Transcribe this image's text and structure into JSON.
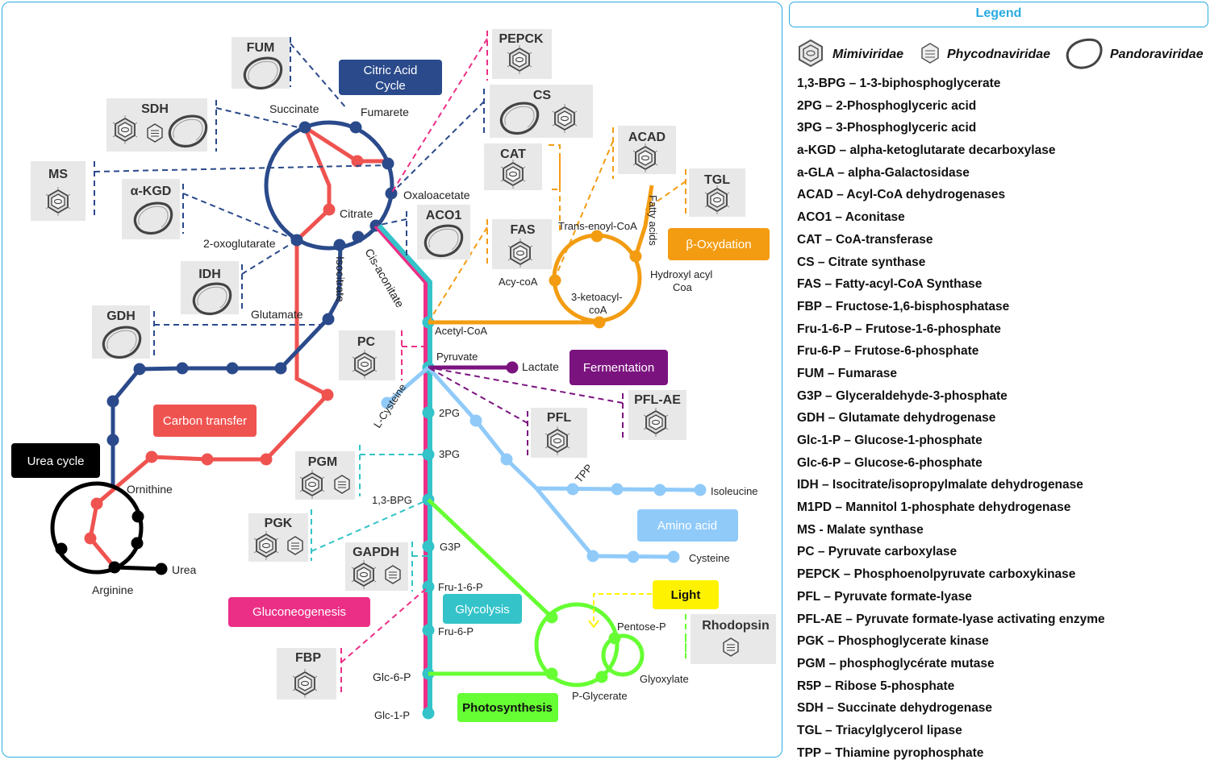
{
  "legend": {
    "title": "Legend",
    "virus_families": [
      "Mimiviridae",
      "Phycodnaviridae",
      "Pandoraviridae"
    ],
    "abbreviations": [
      "1,3-BPG – 1-3-biphosphoglycerate",
      "2PG – 2-Phosphoglyceric acid",
      "3PG – 3-Phosphoglyceric acid",
      "a-KGD – alpha-ketoglutarate decarboxylase",
      "a-GLA – alpha-Galactosidase",
      "ACAD – Acyl-CoA dehydrogenases",
      "ACO1 – Aconitase",
      "CAT – CoA-transferase",
      "CS – Citrate synthase",
      "FAS – Fatty-acyl-CoA Synthase",
      "FBP –  Fructose-1,6-bisphosphatase",
      "Fru-1-6-P – Frutose-1-6-phosphate",
      "Fru-6-P – Frutose-6-phosphate",
      "FUM – Fumarase",
      "G3P – Glyceraldehyde-3-phosphate",
      "GDH – Glutamate dehydrogenase",
      "Glc-1-P – Glucose-1-phosphate",
      "Glc-6-P – Glucose-6-phosphate",
      "IDH – Isocitrate/isopropylmalate dehydrogenase",
      "M1PD – Mannitol 1-phosphate dehydrogenase",
      "MS - Malate synthase",
      "PC – Pyruvate carboxylase",
      "PEPCK – Phosphoenolpyruvate carboxykinase",
      "PFL – Pyruvate formate-lyase",
      "PFL-AE – Pyruvate formate-lyase activating enzyme",
      "PGK – Phosphoglycerate kinase",
      "PGM – phosphoglycérate mutase",
      "R5P – Ribose 5-phosphate",
      "SDH – Succinate dehydrogenase",
      "TGL – Triacylglycerol lipase",
      "TPP – Thiamine pyrophosphate"
    ]
  },
  "pathways": [
    {
      "label": "Citric Acid",
      "label2": "Cycle",
      "color": "#2a4a8b"
    },
    {
      "label": "β-Oxydation",
      "color": "#f39c12"
    },
    {
      "label": "Fermentation",
      "color": "#7b137f"
    },
    {
      "label": "Carbon transfer",
      "color": "#ef5350"
    },
    {
      "label": "Urea cycle",
      "color": "#000000"
    },
    {
      "label": "Amino acid",
      "color": "#90caf9"
    },
    {
      "label": "Gluconeogenesis",
      "color": "#ec2f86"
    },
    {
      "label": "Glycolysis",
      "color": "#33c3c9"
    },
    {
      "label": "Light",
      "color": "#fff200"
    },
    {
      "label": "Photosynthesis",
      "color": "#66ff33"
    }
  ],
  "metabolites": [
    "Succinate",
    "Fumarete",
    "Oxaloacetate",
    "Citrate",
    "2-oxoglutarate",
    "Isocitrate",
    "Cis-aconitate",
    "Glutamate",
    "Acetyl-CoA",
    "Pyruvate",
    "Lactate",
    "L-Cysteine",
    "2PG",
    "3PG",
    "1,3-BPG",
    "G3P",
    "Fru-1-6-P",
    "Fru-6-P",
    "Glc-6-P",
    "Glc-1-P",
    "TPP",
    "Isoleucine",
    "Cysteine",
    "Ornithine",
    "Arginine",
    "Urea",
    "Trans-enoyl-CoA",
    "Fatty acids",
    "Hydroxyl acyl",
    "Coa",
    "3-ketoacyl-",
    "coA",
    "Acy-coA",
    "Pentose-P",
    "Glyoxylate",
    "P-Glycerate"
  ],
  "enzymes": [
    {
      "name": "FUM",
      "viruses": [
        "Pandoraviridae"
      ]
    },
    {
      "name": "SDH",
      "viruses": [
        "Mimiviridae",
        "Phycodnaviridae",
        "Pandoraviridae"
      ]
    },
    {
      "name": "MS",
      "viruses": [
        "Mimiviridae"
      ]
    },
    {
      "name": "α-KGD",
      "viruses": [
        "Pandoraviridae"
      ]
    },
    {
      "name": "IDH",
      "viruses": [
        "Pandoraviridae"
      ]
    },
    {
      "name": "GDH",
      "viruses": [
        "Pandoraviridae"
      ]
    },
    {
      "name": "PEPCK",
      "viruses": [
        "Mimiviridae"
      ]
    },
    {
      "name": "CS",
      "viruses": [
        "Pandoraviridae",
        "Mimiviridae"
      ]
    },
    {
      "name": "CAT",
      "viruses": [
        "Mimiviridae"
      ]
    },
    {
      "name": "ACO1",
      "viruses": [
        "Pandoraviridae"
      ]
    },
    {
      "name": "FAS",
      "viruses": [
        "Mimiviridae"
      ]
    },
    {
      "name": "ACAD",
      "viruses": [
        "Mimiviridae"
      ]
    },
    {
      "name": "TGL",
      "viruses": [
        "Mimiviridae"
      ]
    },
    {
      "name": "PC",
      "viruses": [
        "Mimiviridae"
      ]
    },
    {
      "name": "PFL-AE",
      "viruses": [
        "Mimiviridae"
      ]
    },
    {
      "name": "PFL",
      "viruses": [
        "Mimiviridae"
      ]
    },
    {
      "name": "PGM",
      "viruses": [
        "Mimiviridae",
        "Phycodnaviridae"
      ]
    },
    {
      "name": "PGK",
      "viruses": [
        "Mimiviridae",
        "Phycodnaviridae"
      ]
    },
    {
      "name": "GAPDH",
      "viruses": [
        "Mimiviridae",
        "Phycodnaviridae"
      ]
    },
    {
      "name": "FBP",
      "viruses": [
        "Mimiviridae"
      ]
    },
    {
      "name": "Rhodopsin",
      "viruses": [
        "Phycodnaviridae"
      ]
    }
  ]
}
